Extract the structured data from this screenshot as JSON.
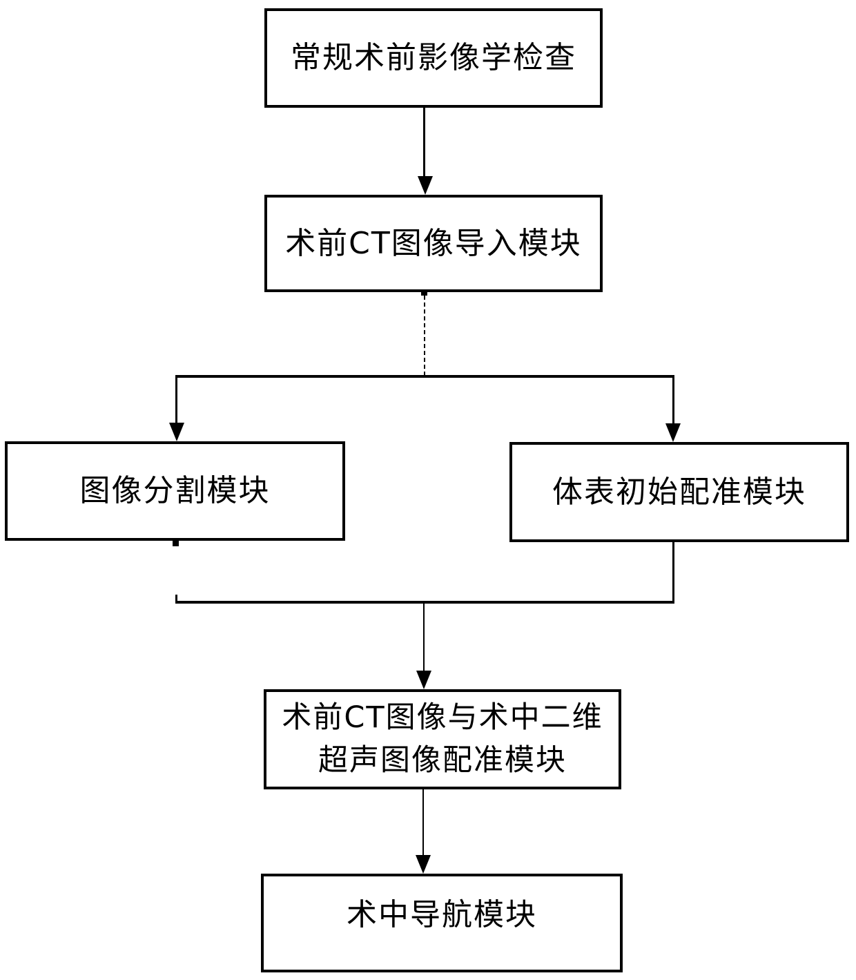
{
  "colors": {
    "background": "#ffffff",
    "line": "#000000",
    "text": "#000000"
  },
  "nodes": {
    "preop_imaging": {
      "label": "常规术前影像学检查"
    },
    "ct_import": {
      "label": "术前CT图像导入模块"
    },
    "segmentation": {
      "label": "图像分割模块"
    },
    "surface_registration": {
      "label": "体表初始配准模块"
    },
    "ct_us_registration": {
      "line1": "术前CT图像与术中二维",
      "line2": "超声图像配准模块"
    },
    "navigation": {
      "label": "术中导航模块"
    }
  },
  "edges": [
    {
      "from": "preop_imaging",
      "to": "ct_import",
      "style": "solid",
      "arrow": true
    },
    {
      "from": "ct_import",
      "to": "branch_bar",
      "style": "dashed",
      "arrow": false
    },
    {
      "from": "branch_bar",
      "to": "segmentation",
      "style": "solid",
      "arrow": true
    },
    {
      "from": "branch_bar",
      "to": "surface_registration",
      "style": "solid",
      "arrow": true
    },
    {
      "from": "segmentation",
      "to": "merge_bar",
      "style": "solid",
      "arrow": false
    },
    {
      "from": "surface_registration",
      "to": "merge_bar",
      "style": "solid",
      "arrow": false
    },
    {
      "from": "merge_bar",
      "to": "ct_us_registration",
      "style": "solid",
      "arrow": true
    },
    {
      "from": "ct_us_registration",
      "to": "navigation",
      "style": "solid",
      "arrow": true
    }
  ]
}
